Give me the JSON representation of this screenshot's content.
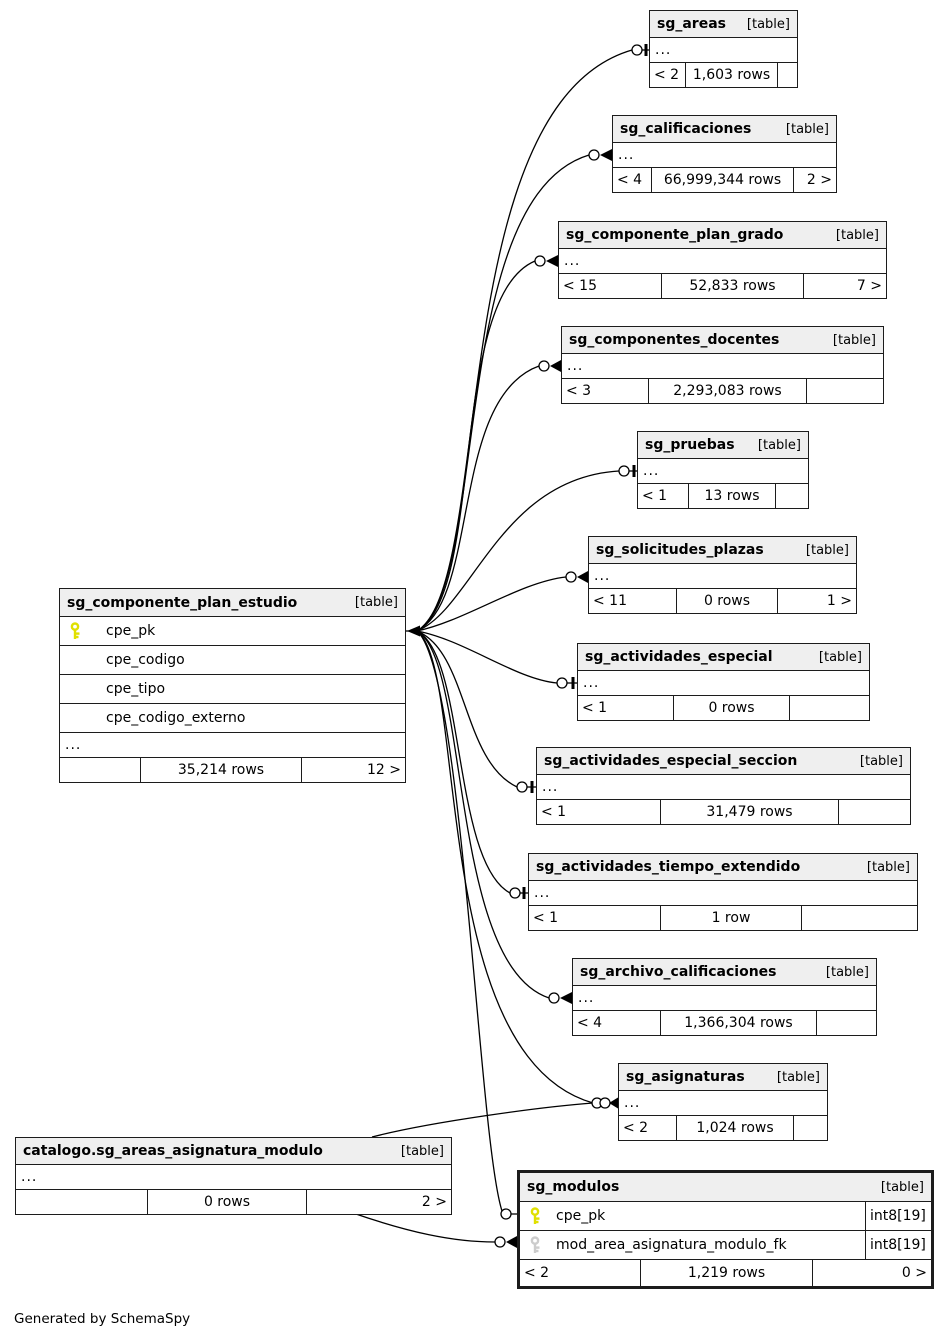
{
  "diagram": {
    "credit": "Generated by SchemaSpy",
    "tables": [
      {
        "id": "sg_areas",
        "name": "sg_areas",
        "tag": "[table]",
        "columns": [],
        "ellipsis": "...",
        "stats": {
          "parents": "< 2",
          "rows": "1,603 rows",
          "children": ""
        }
      },
      {
        "id": "sg_calificaciones",
        "name": "sg_calificaciones",
        "tag": "[table]",
        "columns": [],
        "ellipsis": "...",
        "stats": {
          "parents": "< 4",
          "rows": "66,999,344 rows",
          "children": "2 >"
        }
      },
      {
        "id": "sg_componente_plan_grado",
        "name": "sg_componente_plan_grado",
        "tag": "[table]",
        "columns": [],
        "ellipsis": "...",
        "stats": {
          "parents": "< 15",
          "rows": "52,833 rows",
          "children": "7 >"
        }
      },
      {
        "id": "sg_componentes_docentes",
        "name": "sg_componentes_docentes",
        "tag": "[table]",
        "columns": [],
        "ellipsis": "...",
        "stats": {
          "parents": "< 3",
          "rows": "2,293,083 rows",
          "children": ""
        }
      },
      {
        "id": "sg_pruebas",
        "name": "sg_pruebas",
        "tag": "[table]",
        "columns": [],
        "ellipsis": "...",
        "stats": {
          "parents": "< 1",
          "rows": "13 rows",
          "children": ""
        }
      },
      {
        "id": "sg_solicitudes_plazas",
        "name": "sg_solicitudes_plazas",
        "tag": "[table]",
        "columns": [],
        "ellipsis": "...",
        "stats": {
          "parents": "< 11",
          "rows": "0 rows",
          "children": "1 >"
        }
      },
      {
        "id": "sg_actividades_especial",
        "name": "sg_actividades_especial",
        "tag": "[table]",
        "columns": [],
        "ellipsis": "...",
        "stats": {
          "parents": "< 1",
          "rows": "0 rows",
          "children": ""
        }
      },
      {
        "id": "sg_componente_plan_estudio",
        "name": "sg_componente_plan_estudio",
        "tag": "[table]",
        "columns": [
          {
            "icon": "primary-key",
            "label": "cpe_pk"
          },
          {
            "icon": null,
            "label": "cpe_codigo"
          },
          {
            "icon": null,
            "label": "cpe_tipo"
          },
          {
            "icon": null,
            "label": "cpe_codigo_externo"
          }
        ],
        "ellipsis": "...",
        "stats": {
          "parents": "",
          "rows": "35,214 rows",
          "children": "12 >"
        }
      },
      {
        "id": "sg_actividades_especial_seccion",
        "name": "sg_actividades_especial_seccion",
        "tag": "[table]",
        "columns": [],
        "ellipsis": "...",
        "stats": {
          "parents": "< 1",
          "rows": "31,479 rows",
          "children": ""
        }
      },
      {
        "id": "sg_actividades_tiempo_extendido",
        "name": "sg_actividades_tiempo_extendido",
        "tag": "[table]",
        "columns": [],
        "ellipsis": "...",
        "stats": {
          "parents": "< 1",
          "rows": "1 row",
          "children": ""
        }
      },
      {
        "id": "sg_archivo_calificaciones",
        "name": "sg_archivo_calificaciones",
        "tag": "[table]",
        "columns": [],
        "ellipsis": "...",
        "stats": {
          "parents": "< 4",
          "rows": "1,366,304 rows",
          "children": ""
        }
      },
      {
        "id": "sg_asignaturas",
        "name": "sg_asignaturas",
        "tag": "[table]",
        "columns": [],
        "ellipsis": "...",
        "stats": {
          "parents": "< 2",
          "rows": "1,024 rows",
          "children": ""
        }
      },
      {
        "id": "catalogo.sg_areas_asignatura_modulo",
        "name": "catalogo.sg_areas_asignatura_modulo",
        "tag": "[table]",
        "columns": [],
        "ellipsis": "...",
        "stats": {
          "parents": "",
          "rows": "0 rows",
          "children": "2 >"
        }
      },
      {
        "id": "sg_modulos",
        "name": "sg_modulos",
        "tag": "[table]",
        "emphasized": true,
        "columns": [
          {
            "icon": "primary-key",
            "label": "cpe_pk",
            "type": "int8[19]"
          },
          {
            "icon": "foreign-key",
            "label": "mod_area_asignatura_modulo_fk",
            "type": "int8[19]"
          }
        ],
        "ellipsis": null,
        "stats": {
          "parents": "< 2",
          "rows": "1,219 rows",
          "children": "0 >"
        }
      }
    ],
    "relationships": [
      {
        "parent": "sg_componente_plan_estudio",
        "parent_column": "cpe_pk",
        "child": "sg_areas"
      },
      {
        "parent": "sg_componente_plan_estudio",
        "parent_column": "cpe_pk",
        "child": "sg_calificaciones"
      },
      {
        "parent": "sg_componente_plan_estudio",
        "parent_column": "cpe_pk",
        "child": "sg_componente_plan_grado"
      },
      {
        "parent": "sg_componente_plan_estudio",
        "parent_column": "cpe_pk",
        "child": "sg_componentes_docentes"
      },
      {
        "parent": "sg_componente_plan_estudio",
        "parent_column": "cpe_pk",
        "child": "sg_pruebas"
      },
      {
        "parent": "sg_componente_plan_estudio",
        "parent_column": "cpe_pk",
        "child": "sg_solicitudes_plazas"
      },
      {
        "parent": "sg_componente_plan_estudio",
        "parent_column": "cpe_pk",
        "child": "sg_actividades_especial"
      },
      {
        "parent": "sg_componente_plan_estudio",
        "parent_column": "cpe_pk",
        "child": "sg_actividades_especial_seccion"
      },
      {
        "parent": "sg_componente_plan_estudio",
        "parent_column": "cpe_pk",
        "child": "sg_actividades_tiempo_extendido"
      },
      {
        "parent": "sg_componente_plan_estudio",
        "parent_column": "cpe_pk",
        "child": "sg_archivo_calificaciones"
      },
      {
        "parent": "sg_componente_plan_estudio",
        "parent_column": "cpe_pk",
        "child": "sg_asignaturas"
      },
      {
        "parent": "sg_componente_plan_estudio",
        "parent_column": "cpe_pk",
        "child": "sg_modulos",
        "child_column": "cpe_pk"
      },
      {
        "parent": "catalogo.sg_areas_asignatura_modulo",
        "child": "sg_asignaturas"
      },
      {
        "parent": "catalogo.sg_areas_asignatura_modulo",
        "child": "sg_modulos",
        "child_column": "mod_area_asignatura_modulo_fk"
      }
    ],
    "key_colors": {
      "primary_key": "#e0e000",
      "foreign_key": "#cccccc"
    }
  }
}
